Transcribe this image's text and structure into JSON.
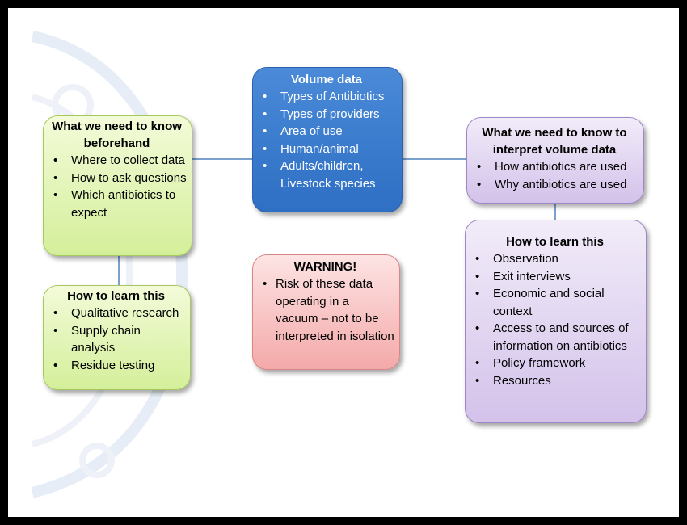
{
  "colors": {
    "green_box": "#d4ef9a",
    "blue_box": "#3a7bd0",
    "purple_box": "#d3c2ea",
    "red_box": "#f4a9a9",
    "connector": "#4f81bd"
  },
  "center": {
    "title": "Volume data",
    "items": [
      "Types of Antibiotics",
      "Types of providers",
      "Area of use",
      "Human/animal",
      "Adults/children, Livestock species"
    ]
  },
  "left_top": {
    "title": "What we need to know beforehand",
    "items": [
      "Where to collect data",
      "How to ask questions",
      "Which antibiotics to expect"
    ]
  },
  "left_bottom": {
    "title": "How to learn this",
    "items": [
      "Qualitative research",
      "Supply chain analysis",
      "Residue testing"
    ]
  },
  "warning": {
    "title": "WARNING!",
    "items": [
      "Risk of these data operating in a vacuum – not to be interpreted in isolation"
    ]
  },
  "right_top": {
    "title": "What we need to know to interpret volume data",
    "items": [
      "How antibiotics are used",
      "Why antibiotics are used"
    ]
  },
  "right_bottom": {
    "title": "How to learn this",
    "items": [
      "Observation",
      "Exit interviews",
      "Economic and social context",
      "Access to and sources of information on antibiotics",
      "Policy framework",
      "Resources"
    ]
  }
}
